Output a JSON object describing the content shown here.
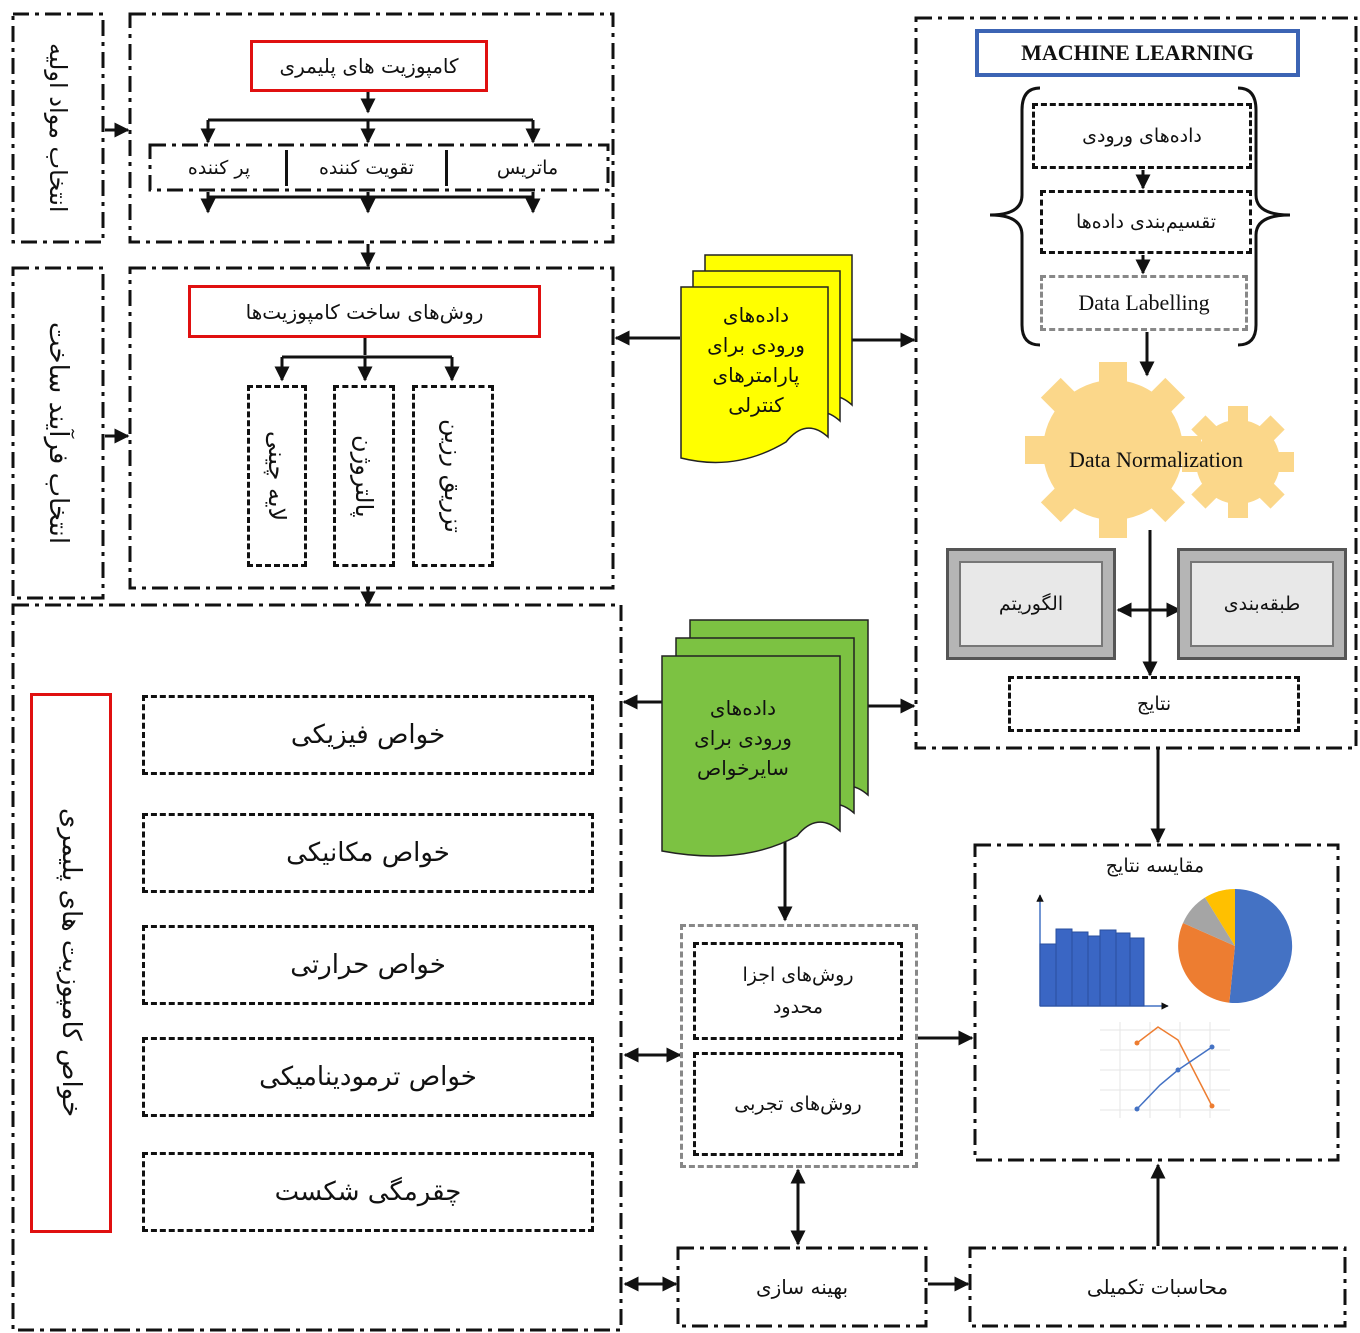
{
  "sections": {
    "raw_material_selection": "انتخاب مواد اولیه",
    "process_selection": "انتخاب فرآیند ساخت",
    "composite_properties": "خواص کامپوزیت های پلیمری"
  },
  "materials": {
    "title": "کامپوزیت های پلیمری",
    "items": [
      "ماتریس",
      "تقویت کننده",
      "پر کننده"
    ]
  },
  "fabrication": {
    "title": "روش‌های ساخت کامپوزیت‌ها",
    "methods": [
      "تزریق رزین",
      "پالتروژن",
      "لایه چینی"
    ]
  },
  "properties": [
    "خواص فیزیکی",
    "خواص مکانیکی",
    "خواص حرارتی",
    "خواص ترمودینامیکی",
    "چقرمگی شکست"
  ],
  "docs": {
    "control_params": [
      "داده‌های",
      "ورودی برای",
      "پارامترهای",
      "کنترلی"
    ],
    "other_props": [
      "داده‌های",
      "ورودی برای",
      "سایرخواص"
    ]
  },
  "ml": {
    "title": "MACHINE LEARNING",
    "input_data": "داده‌های ورودی",
    "data_split": "تقسیم‌بندی داده‌ها",
    "data_labelling": "Data Labelling",
    "data_normalization": "Data Normalization",
    "algorithm": "الگوریتم",
    "classification": "طبقه‌بندی",
    "results": "نتایج"
  },
  "methods": {
    "fem": [
      "روش‌های اجزا",
      "محدود"
    ],
    "experimental": "روش‌های تجربی"
  },
  "comparison": {
    "title": "مقایسه نتایج"
  },
  "optimization": "بهینه سازی",
  "supplementary": "محاسبات تکمیلی",
  "colors": {
    "red_border": "#e01010",
    "ml_border": "#3c64b4",
    "yellow_doc": "#ffff00",
    "green_doc": "#7cc242",
    "gear": "#fbd78a",
    "bar_blue": "#3a66c4",
    "pie_orange": "#ed7d31",
    "pie_gray": "#a5a5a5",
    "pie_yellow": "#ffc000"
  }
}
